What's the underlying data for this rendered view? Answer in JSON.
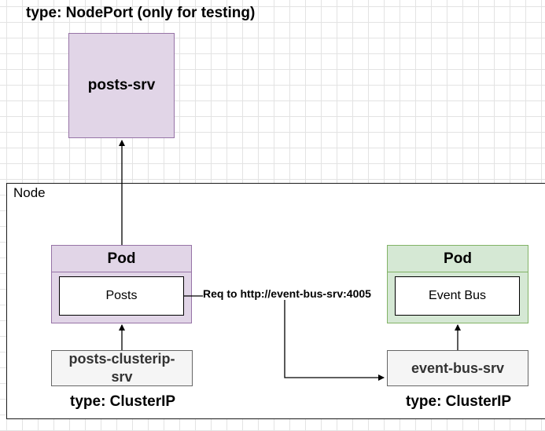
{
  "labels": {
    "nodeport_type": "type: NodePort (only for testing)",
    "node": "Node",
    "clusterip_left": "type: ClusterIP",
    "clusterip_right": "type: ClusterIP",
    "request": "Req to http://event-bus-srv:4005"
  },
  "services": {
    "posts_srv": "posts-srv",
    "posts_clusterip_srv_line1": "posts-clusterip-",
    "posts_clusterip_srv_line2": "srv",
    "event_bus_srv": "event-bus-srv"
  },
  "pods": {
    "posts": {
      "header": "Pod",
      "container": "Posts"
    },
    "event_bus": {
      "header": "Pod",
      "container": "Event Bus"
    }
  },
  "colors": {
    "purple_fill": "#e1d5e7",
    "purple_stroke": "#9673a6",
    "green_fill": "#d5e8d4",
    "green_stroke": "#82b366",
    "gray_fill": "#f5f5f5",
    "gray_stroke": "#666666"
  }
}
